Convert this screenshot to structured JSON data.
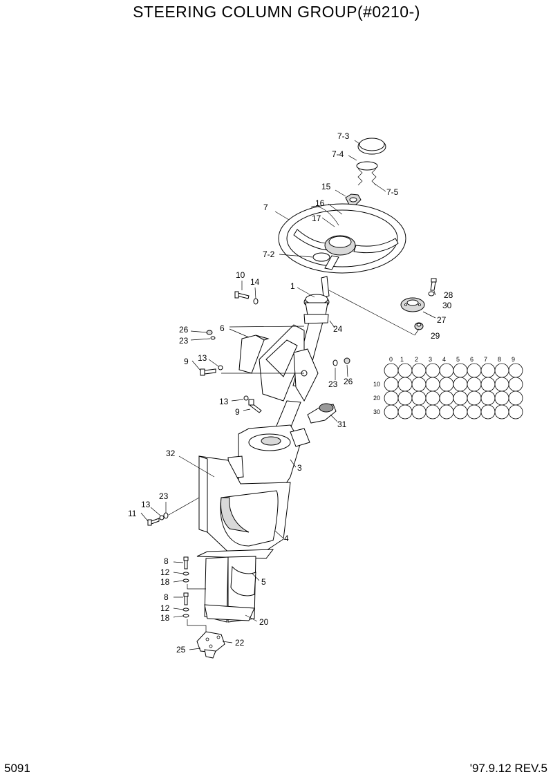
{
  "header": {
    "title": "STEERING COLUMN GROUP(#0210-)"
  },
  "footer": {
    "page_number": "5091",
    "revision": "'97.9.12  REV.5"
  },
  "callouts": {
    "c7_3": "7-3",
    "c7_4": "7-4",
    "c7_5": "7-5",
    "c15": "15",
    "c16": "16",
    "c7": "7",
    "c17": "17",
    "c7_2": "7-2",
    "c10": "10",
    "c14": "14",
    "c1": "1",
    "c28": "28",
    "c30": "30",
    "c27": "27",
    "c29": "29",
    "c24": "24",
    "c6": "6",
    "c26a": "26",
    "c23a": "23",
    "c9a": "9",
    "c13a": "13",
    "c23b": "23",
    "c26b": "26",
    "c13b": "13",
    "c9b": "9",
    "c31": "31",
    "c32": "32",
    "c3": "3",
    "c23c": "23",
    "c13c": "13",
    "c11": "11",
    "c4": "4",
    "c8a": "8",
    "c12a": "12",
    "c18a": "18",
    "c5": "5",
    "c8b": "8",
    "c12b": "12",
    "c18b": "18",
    "c20": "20",
    "c25": "25",
    "c22": "22"
  },
  "grid": {
    "column_labels": [
      "0",
      "1",
      "2",
      "3",
      "4",
      "5",
      "6",
      "7",
      "8",
      "9"
    ],
    "row_labels": [
      "",
      "10",
      "20",
      "30"
    ]
  }
}
